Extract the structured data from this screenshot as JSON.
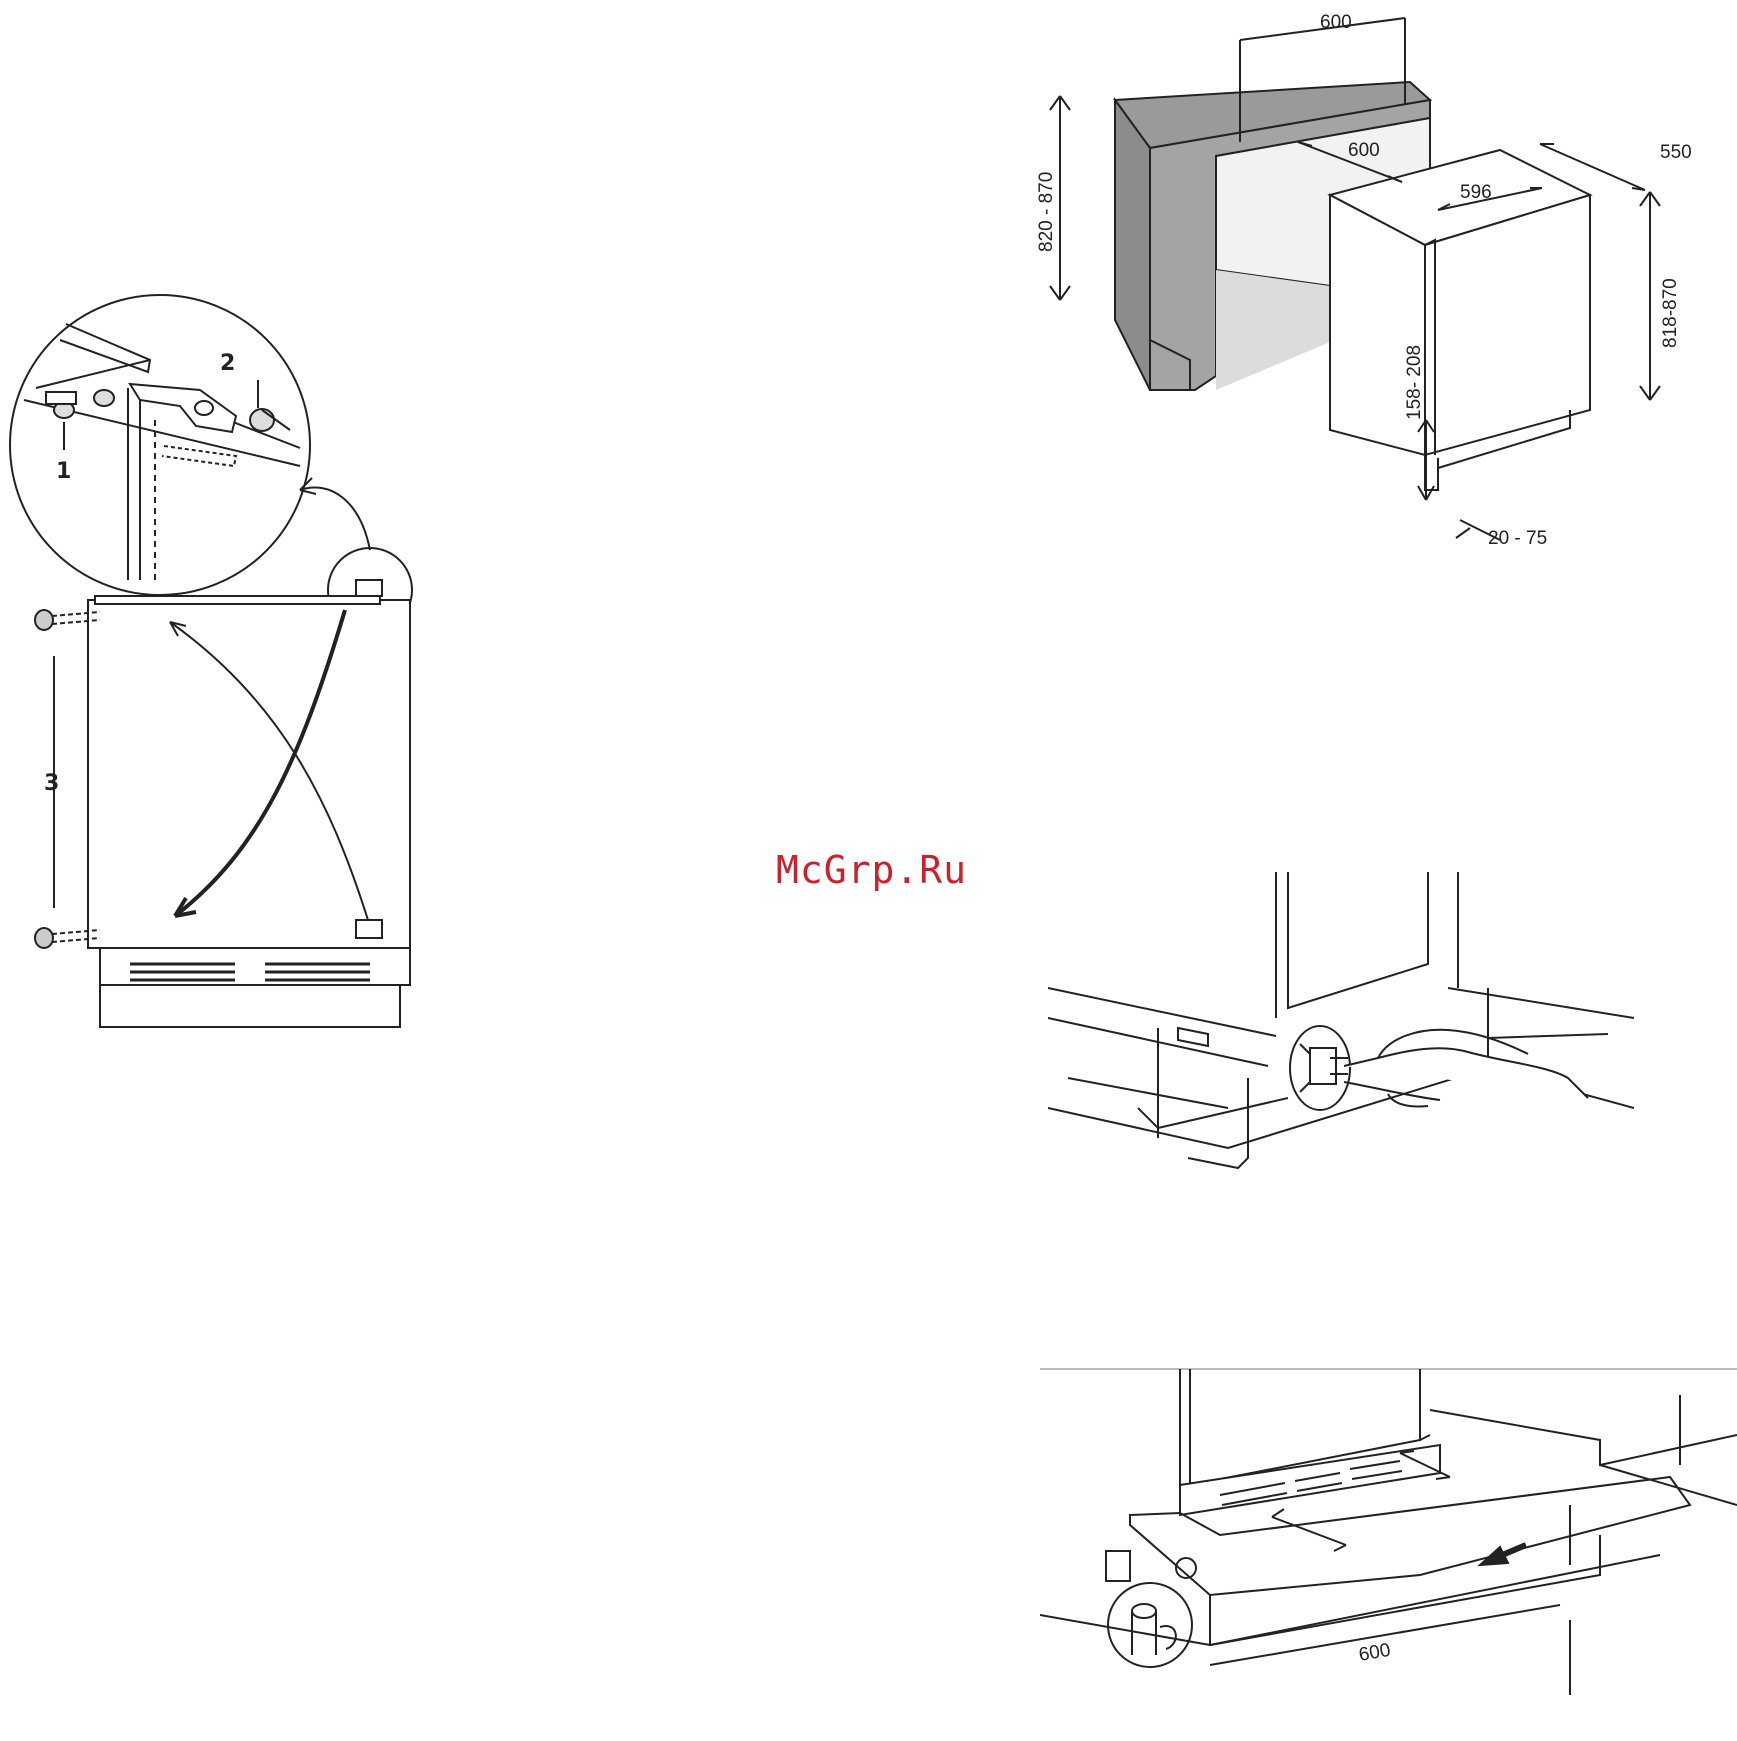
{
  "watermark": "McGrp.Ru",
  "hinge_diagram": {
    "labels": [
      "1",
      "2",
      "3"
    ]
  },
  "dimensions_diagram": {
    "labels": [
      "600",
      "600",
      "550",
      "596",
      "820 - 870",
      "818-870",
      "158- 208",
      "20 - 75"
    ]
  },
  "adjust_diagram": {},
  "plinth_diagram": {
    "labels": [
      "600"
    ]
  }
}
